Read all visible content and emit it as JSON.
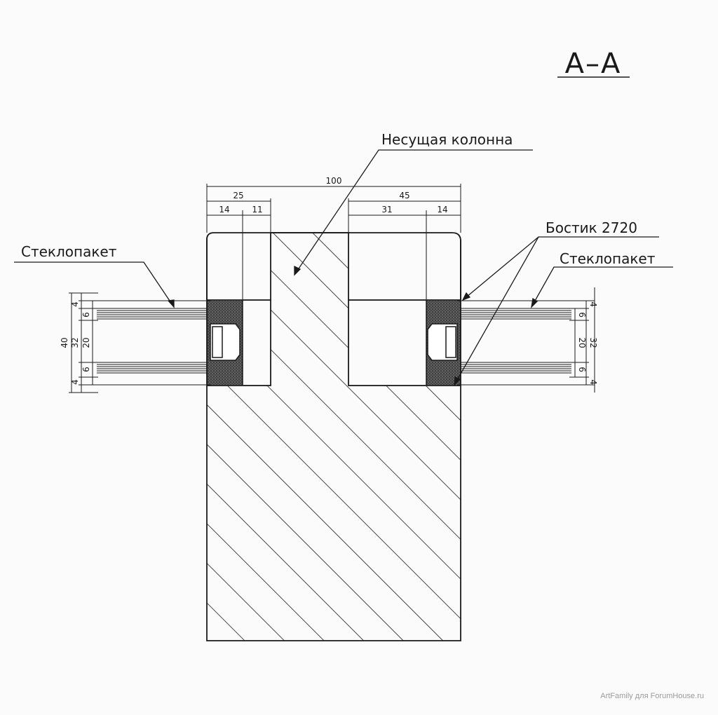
{
  "section_title": "А–А",
  "labels": {
    "column": "Несущая колонна",
    "glass_left": "Стеклопакет",
    "glass_right": "Стеклопакет",
    "sealant": "Бостик 2720"
  },
  "dimensions": {
    "overall_width": "100",
    "left_top": "25",
    "left_a": "14",
    "left_b": "11",
    "right_top": "45",
    "right_a": "31",
    "right_b": "14",
    "left_total": "40",
    "left_pack": "32",
    "left_gap": "20",
    "left_glass_top": "6",
    "left_glass_bottom": "6",
    "left_edge_top": "4",
    "left_edge_bottom": "4",
    "right_pack": "32",
    "right_gap": "20",
    "right_glass_top": "6",
    "right_glass_bottom": "6",
    "right_edge_top": "4",
    "right_edge_bottom": "4"
  },
  "watermark": "ArtFamily для ForumHouse.ru"
}
